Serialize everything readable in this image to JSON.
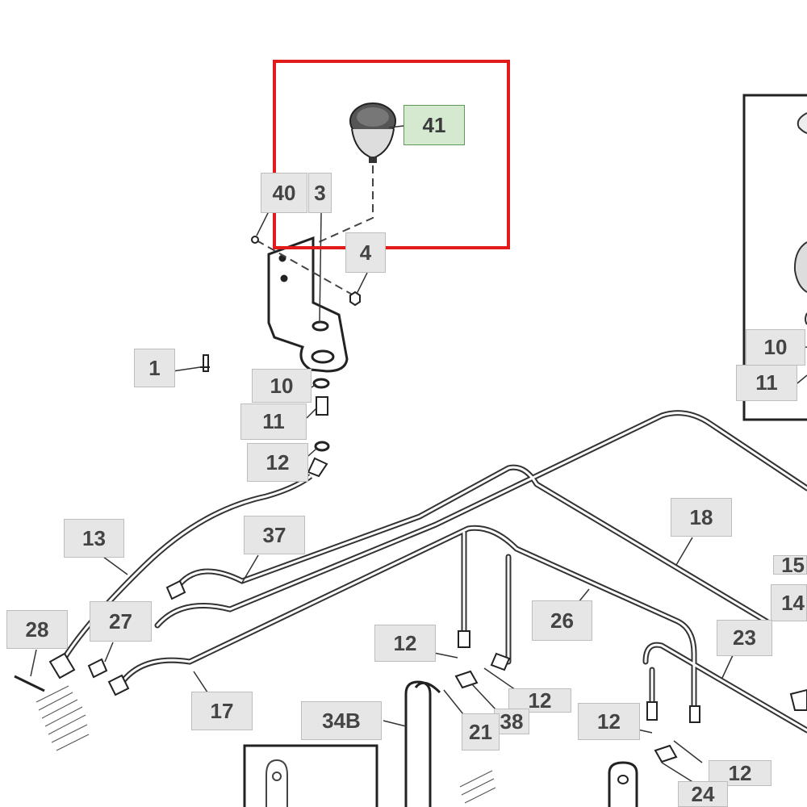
{
  "diagram": {
    "callouts": [
      {
        "id": "c41",
        "text": "41",
        "highlighted": true
      },
      {
        "id": "c40",
        "text": "40"
      },
      {
        "id": "c3",
        "text": "3"
      },
      {
        "id": "c4",
        "text": "4"
      },
      {
        "id": "c1",
        "text": "1"
      },
      {
        "id": "c10a",
        "text": "10"
      },
      {
        "id": "c11a",
        "text": "11"
      },
      {
        "id": "c12a",
        "text": "12"
      },
      {
        "id": "c10b",
        "text": "10"
      },
      {
        "id": "c11b",
        "text": "11"
      },
      {
        "id": "c13",
        "text": "13"
      },
      {
        "id": "c37",
        "text": "37"
      },
      {
        "id": "c18",
        "text": "18"
      },
      {
        "id": "c15",
        "text": "15"
      },
      {
        "id": "c14",
        "text": "14"
      },
      {
        "id": "c28",
        "text": "28"
      },
      {
        "id": "c27",
        "text": "27"
      },
      {
        "id": "c26",
        "text": "26"
      },
      {
        "id": "c23",
        "text": "23"
      },
      {
        "id": "c12b",
        "text": "12"
      },
      {
        "id": "c12c",
        "text": "12"
      },
      {
        "id": "c38",
        "text": "38"
      },
      {
        "id": "c21",
        "text": "21"
      },
      {
        "id": "c34b",
        "text": "34B"
      },
      {
        "id": "c17",
        "text": "17"
      },
      {
        "id": "c12d",
        "text": "12"
      },
      {
        "id": "c12e",
        "text": "12"
      },
      {
        "id": "c24",
        "text": "24"
      }
    ],
    "colors": {
      "highlight": "#e11b1b",
      "callout_bg": "#e6e6e6",
      "callout_highlight_bg": "#d4e9cf",
      "line": "#222222"
    }
  }
}
